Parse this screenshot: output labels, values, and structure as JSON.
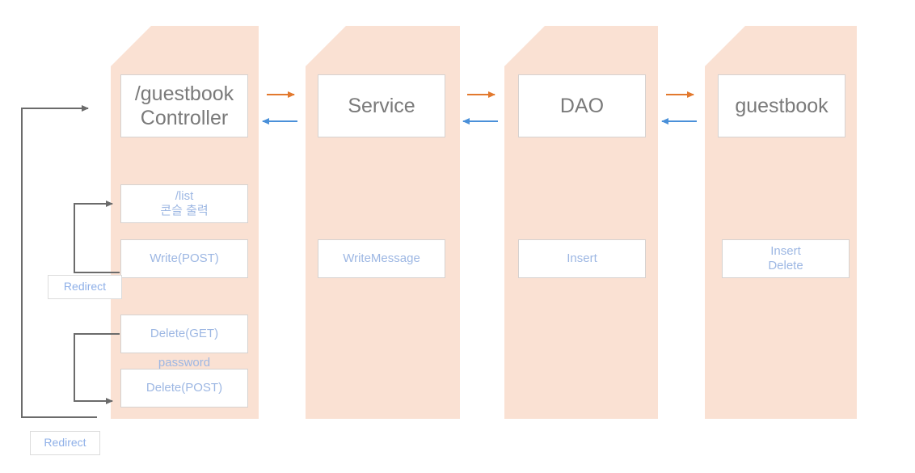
{
  "diagram": {
    "title": "guestbook MVC flow",
    "background": "#ffffff",
    "lane_color": "#FAE1D3",
    "accent_request": "#E2792E",
    "accent_response": "#4A90D9",
    "connector_color": "#6B6B6B",
    "sub_text_color": "#9DB7E3",
    "header_text_color": "#7a7a7a"
  },
  "lanes": [
    {
      "id": "controller",
      "header": "/guestbook\nController",
      "nodes": [
        {
          "id": "list",
          "label": "/list\n콘슬 출력"
        },
        {
          "id": "write-post",
          "label": "Write(POST)"
        },
        {
          "id": "delete-get",
          "label": "Delete(GET)"
        },
        {
          "id": "delete-post",
          "label": "Delete(POST)"
        }
      ],
      "plain_labels": [
        {
          "id": "password",
          "label": "password"
        }
      ]
    },
    {
      "id": "service",
      "header": "Service",
      "nodes": [
        {
          "id": "write-message",
          "label": "WriteMessage"
        }
      ],
      "plain_labels": []
    },
    {
      "id": "dao",
      "header": "DAO",
      "nodes": [
        {
          "id": "insert",
          "label": "Insert"
        }
      ],
      "plain_labels": []
    },
    {
      "id": "db",
      "header": "guestbook",
      "nodes": [
        {
          "id": "insert-delete",
          "label": "Insert\nDelete"
        }
      ],
      "plain_labels": []
    }
  ],
  "redirect_labels": [
    {
      "id": "redirect-write",
      "label": "Redirect"
    },
    {
      "id": "redirect-delete",
      "label": "Redirect"
    }
  ],
  "arrows": [
    {
      "id": "controller-to-service",
      "direction": "right",
      "color": "#E2792E"
    },
    {
      "id": "service-to-controller",
      "direction": "left",
      "color": "#4A90D9"
    },
    {
      "id": "service-to-dao",
      "direction": "right",
      "color": "#E2792E"
    },
    {
      "id": "dao-to-service",
      "direction": "left",
      "color": "#4A90D9"
    },
    {
      "id": "dao-to-db",
      "direction": "right",
      "color": "#E2792E"
    },
    {
      "id": "db-to-dao",
      "direction": "left",
      "color": "#4A90D9"
    }
  ]
}
